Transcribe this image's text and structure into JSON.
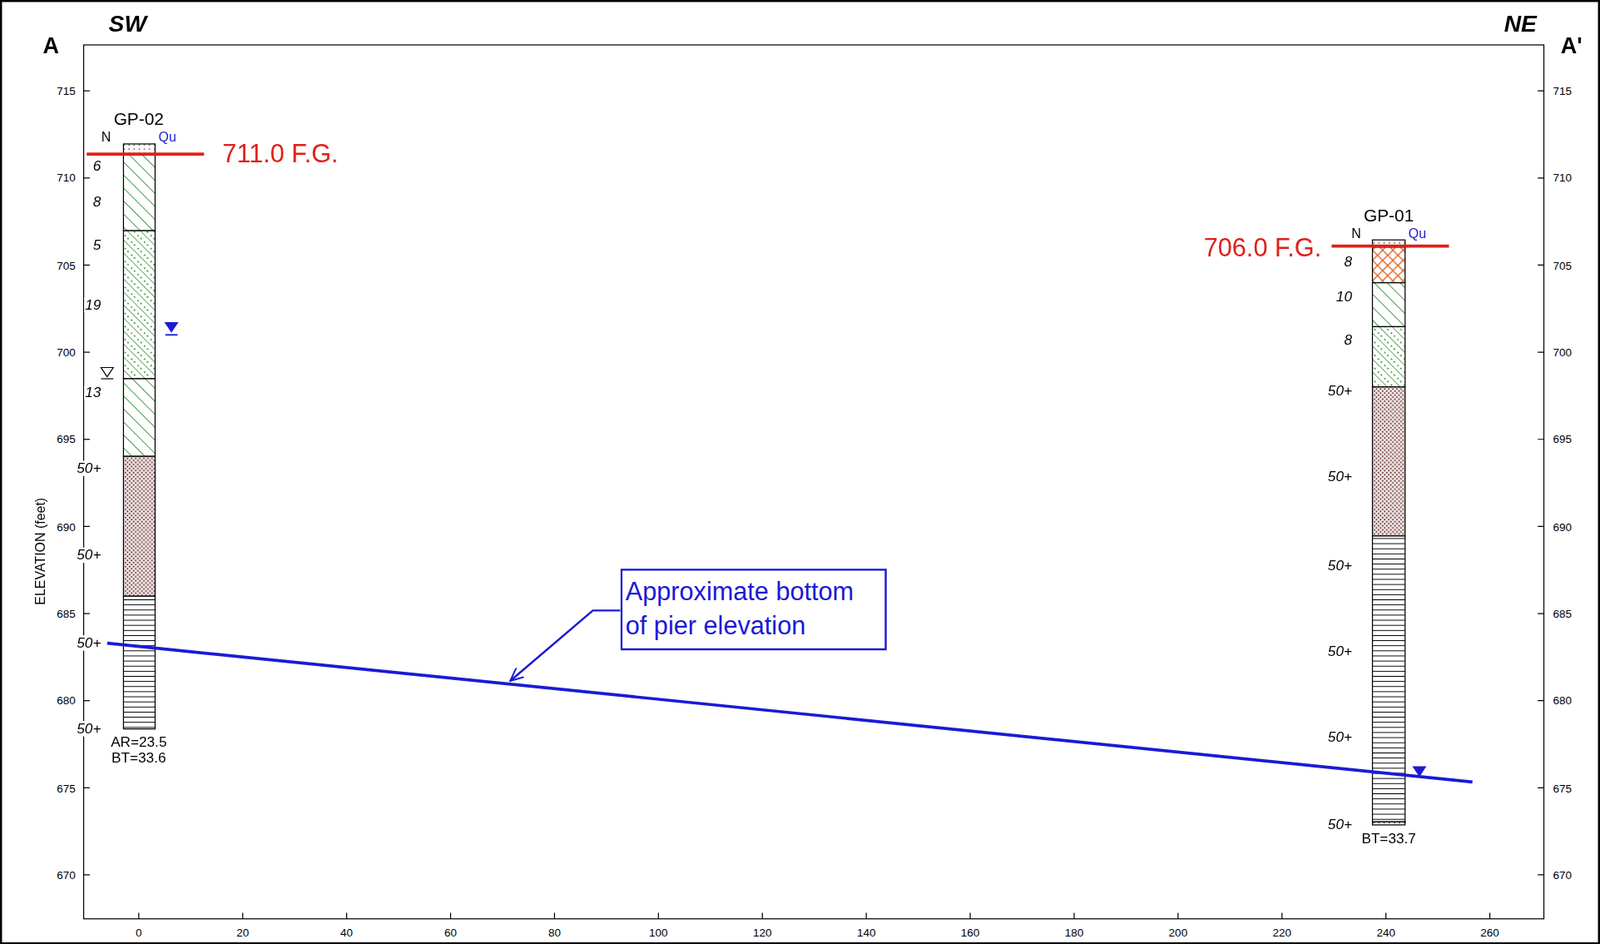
{
  "diagram": {
    "nodes": [
      {
        "text": [
          "Approximate bottom of pier elevation"
        ]
      }
    ],
    "labels": [
      "A",
      "SW",
      "NE",
      "A'",
      "715",
      "710",
      "705",
      "700",
      "695",
      "690",
      "685",
      "680",
      "675",
      "670",
      "715",
      "710",
      "705",
      "700",
      "695",
      "690",
      "685",
      "680",
      "675",
      "670",
      "ELEVATION (feet)",
      "0",
      "20",
      "40",
      "60",
      "80",
      "100",
      "120",
      "140",
      "160",
      "180",
      "200",
      "220",
      "240",
      "260",
      "GP-02",
      "N",
      "Qu",
      "711.0 F.G.",
      "6",
      "8",
      "5",
      "19",
      "13",
      "50+",
      "50+",
      "50+",
      "50+",
      "AR=23.5",
      "BT=33.6",
      "GP-01",
      "N",
      "Qu",
      "706.0 F.G.",
      "8",
      "10",
      "8",
      "50+",
      "50+",
      "50+",
      "50+",
      "50+",
      "50+",
      "BT=33.7"
    ]
  }
}
